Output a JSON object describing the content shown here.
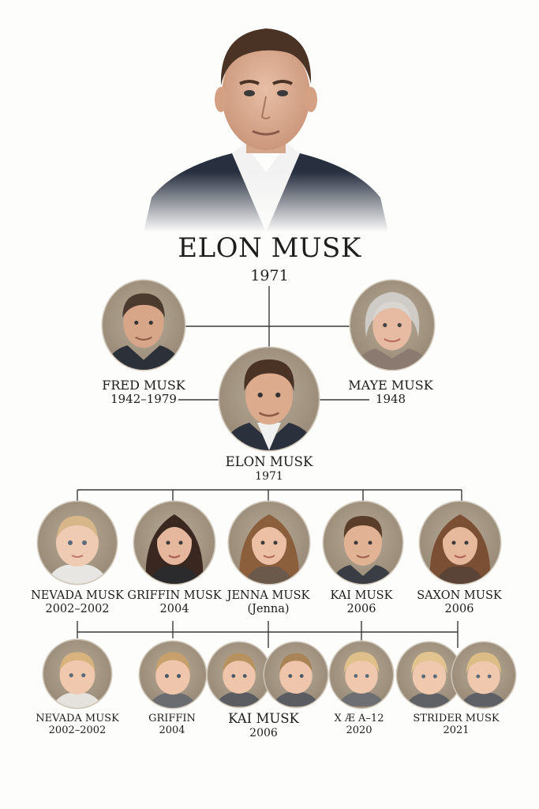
{
  "header": {
    "name": "ELON MUSK",
    "year": "1971"
  },
  "parents": {
    "father": {
      "name": "FRED MUSK",
      "years": "1942–1979"
    },
    "mother": {
      "name": "MAYE MUSK",
      "years": "1948"
    }
  },
  "center": {
    "name": "ELON MUSK",
    "year": "1971"
  },
  "children": [
    {
      "name": "NEVADA MUSK",
      "years": "2002–2002"
    },
    {
      "name": "GRIFFIN MUSK",
      "years": "2004"
    },
    {
      "name": "JENNA MUSK",
      "years": "(Jenna)"
    },
    {
      "name": "KAI MUSK",
      "years": "2006"
    },
    {
      "name": "SAXON MUSK",
      "years": "2006"
    }
  ],
  "grandchildren": [
    {
      "name": "NEVADA MUSK",
      "years": "2002–2002"
    },
    {
      "name": "GRIFFIN",
      "years": "2004"
    },
    {
      "name": "KAI MUSK",
      "years": "2006"
    },
    {
      "name": "X Æ A–12",
      "years": "2020"
    },
    {
      "name": "STRIDER MUSK",
      "years": "2021"
    }
  ]
}
